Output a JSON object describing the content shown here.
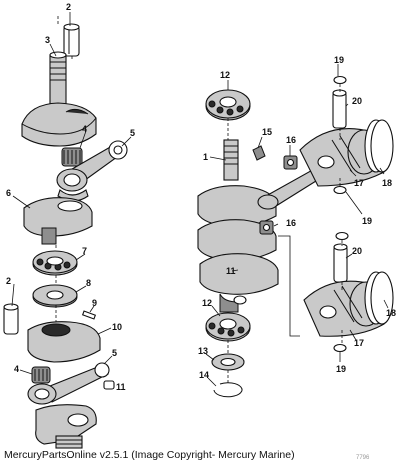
{
  "caption": "MercuryPartsOnline v2.5.1 (Image Copyright- Mercury Marine)",
  "figure_ref": "7796",
  "callouts": {
    "c2a": "2",
    "c3": "3",
    "c4a": "4",
    "c5a": "5",
    "c6": "6",
    "c7": "7",
    "c8": "8",
    "c9": "9",
    "c10": "10",
    "c2b": "2",
    "c4b": "4",
    "c5b": "5",
    "c12a": "12",
    "c19a": "19",
    "c20a": "20",
    "c15": "15",
    "c16a": "16",
    "c1": "1",
    "c17a": "17",
    "c18a": "18",
    "c19b": "19",
    "c16b": "16",
    "c11": "11",
    "c20b": "20",
    "c12b": "12",
    "c13": "13",
    "c14": "14",
    "c18b": "18",
    "c17b": "17",
    "c19c": "19"
  }
}
